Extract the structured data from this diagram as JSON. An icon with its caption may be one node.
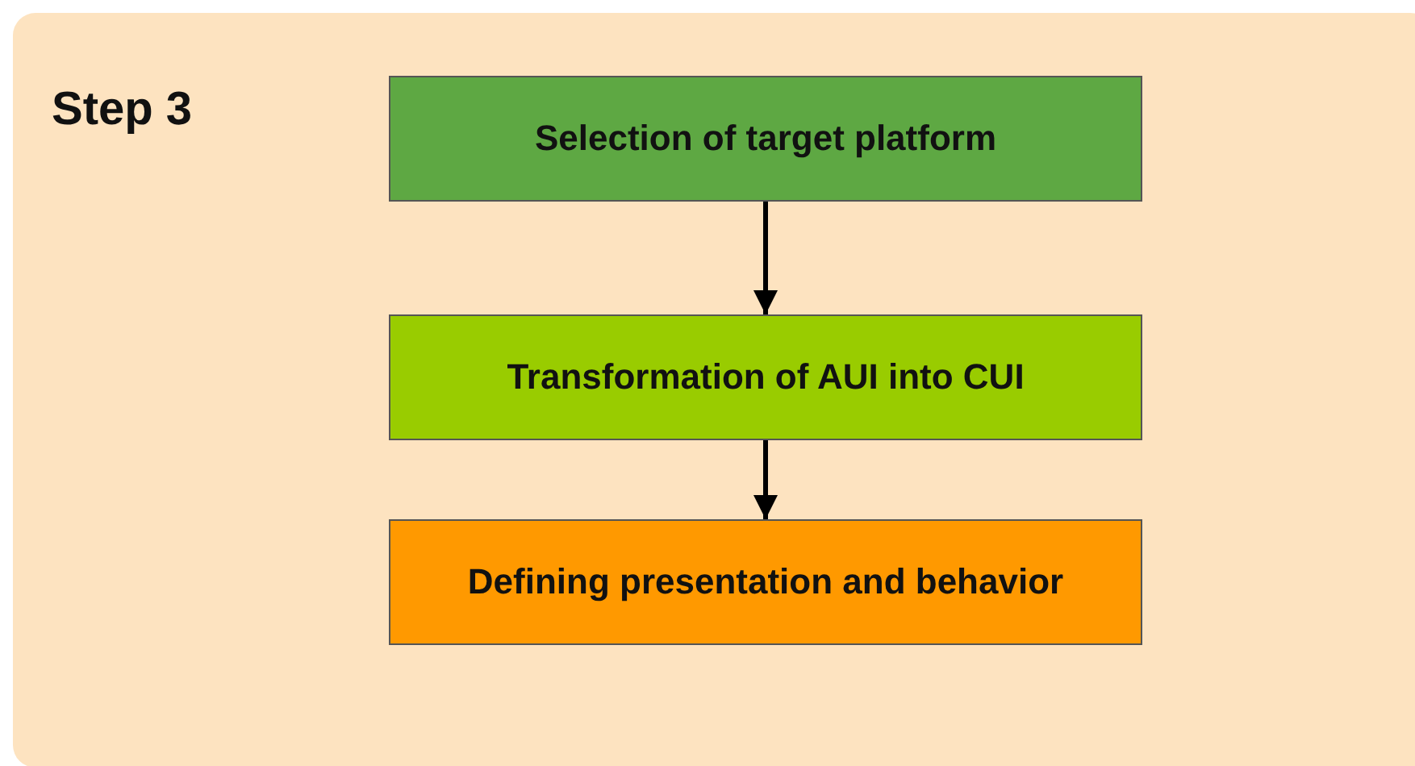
{
  "diagram": {
    "nodes": [
      {
        "text": [
          "Step 3"
        ]
      },
      {
        "text": [
          "Selection of target platform"
        ],
        "in": 0
      },
      {
        "text": [
          "Transformation of AUI into CUI"
        ],
        "in": 0
      },
      {
        "text": [
          "Defining presentation and behavior"
        ],
        "in": 0
      }
    ],
    "edges": [
      {
        "from": 1,
        "to": 2,
        "arrow": "to"
      },
      {
        "from": 2,
        "to": 3,
        "arrow": "to"
      }
    ]
  }
}
